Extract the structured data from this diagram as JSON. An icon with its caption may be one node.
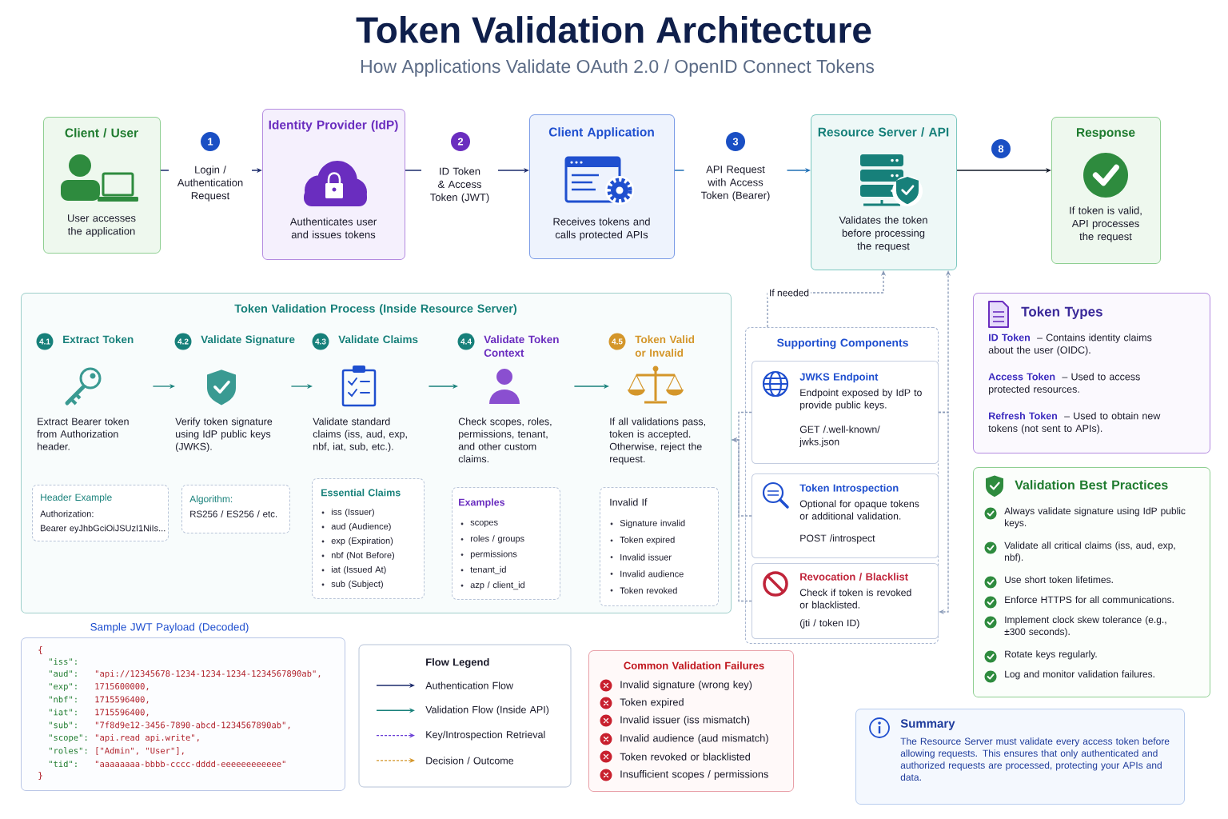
{
  "diagram": {
    "title": "Token Validation Architecture",
    "nodes": [
      {
        "text": [
          "Client / User",
          "User accesses the application"
        ]
      },
      {
        "text": [
          "Identity Provider (IdP)",
          "Authenticates user and issues tokens"
        ]
      },
      {
        "text": [
          "Client Application",
          "Receives tokens and calls protected APIs"
        ]
      },
      {
        "text": [
          "Resource Server / API",
          "Validates the token before processing the request"
        ]
      },
      {
        "text": [
          "Response",
          "If token is valid, API processes the request"
        ]
      },
      {
        "text": [
          "Token Validation Process (Inside Resource Server)"
        ]
      },
      {
        "text": [
          "4.1",
          "Extract Token",
          "Extract Bearer token from Authorization header."
        ],
        "in": 5
      },
      {
        "text": [
          "4.2",
          "Validate Signature",
          "Verify token signature using IdP public keys (JWKS)."
        ],
        "in": 5
      },
      {
        "text": [
          "4.3",
          "Validate Claims",
          "Validate standard claims (iss, aud, exp, nbf, iat, sub, etc.)."
        ],
        "in": 5
      },
      {
        "text": [
          "4.4",
          "Validate Token Context",
          "Check scopes, roles, permissions, tenant, and other custom claims."
        ],
        "in": 5
      },
      {
        "text": [
          "4.5",
          "Token Valid or Invalid",
          "If all validations pass, token is accepted. Otherwise, reject the request."
        ],
        "in": 5
      },
      {
        "text": [
          "Header Example",
          "Authorization:",
          "Bearer eyJhbGciOiJSUzI1NiIs..."
        ],
        "in": 5
      },
      {
        "text": [
          "Algorithm:",
          "RS256 / ES256 / etc."
        ],
        "in": 5
      },
      {
        "text": [
          "Essential Claims",
          "iss (Issuer)",
          "aud (Audience)",
          "exp (Expiration)",
          "nbf (Not Before)",
          "iat (Issued At)",
          "sub (Subject)"
        ],
        "in": 5
      },
      {
        "text": [
          "Examples",
          "scopes",
          "roles / groups",
          "permissions",
          "tenant_id",
          "azp / client_id"
        ],
        "in": 5
      },
      {
        "text": [
          "Invalid If",
          "Signature invalid",
          "Token expired",
          "Invalid issuer",
          "Invalid audience",
          "Token revoked"
        ],
        "in": 5
      },
      {
        "text": [
          "Supporting Components"
        ]
      },
      {
        "text": [
          "JWKS Endpoint",
          "Endpoint exposed by IdP to provide public keys.",
          "GET /.well-known/ jwks.json"
        ],
        "in": 16
      },
      {
        "text": [
          "Token Introspection",
          "Optional for opaque tokens or additional validation.",
          "POST /introspect"
        ],
        "in": 16
      },
      {
        "text": [
          "Revocation / Blacklist",
          "Check if token is revoked or blacklisted.",
          "(jti / token ID)"
        ],
        "in": 16
      },
      {
        "text": [
          "Token Types",
          "ID Token",
          "– Contains identity claims about the user (OIDC).",
          "Access Token",
          "– Used to access protected resources.",
          "Refresh Token",
          "– Used to obtain new tokens (not sent to APIs)."
        ]
      },
      {
        "text": [
          "Validation Best Practices",
          "Always validate signature using IdP public keys.",
          "Validate all critical claims (iss, aud, exp, nbf).",
          "Use short token lifetimes.",
          "Enforce HTTPS for all communications.",
          "Implement clock skew tolerance (e.g., ±300 seconds).",
          "Rotate keys regularly.",
          "Log and monitor validation failures."
        ]
      },
      {
        "text": [
          "Sample JWT Payload (Decoded)",
          "{",
          "\"iss\":",
          "\"aud\":",
          "\"api://12345678-1234-1234-1234-1234567890ab\",",
          "\"exp\":",
          "1715600000,",
          "\"nbf\":",
          "1715596400,",
          "\"iat\":",
          "1715596400,",
          "\"sub\":",
          "\"7f8d9e12-3456-7890-abcd-1234567890ab\",",
          "\"scope\":",
          "\"api.read api.write\",",
          "\"roles\":",
          "[\"Admin\", \"User\"],",
          "\"tid\":",
          "\"aaaaaaaa-bbbb-cccc-dddd-eeeeeeeeeeee\"",
          "}"
        ]
      },
      {
        "text": [
          "Common Validation Failures",
          "Invalid signature (wrong key)",
          "Token expired",
          "Invalid issuer (iss mismatch)",
          "Invalid audience (aud mismatch)",
          "Token revoked or blacklisted",
          "Insufficient scopes / permissions"
        ]
      },
      {
        "text": [
          "Summary",
          "The Resource Server must validate every access token before allowing requests. This ensures that only authenticated and authorized requests are processed, protecting your APIs and data."
        ]
      }
    ],
    "edges": [
      {
        "from": 0,
        "to": 1,
        "arrow": "to",
        "label": "Login / Authentication Request",
        "color": "#1b2a6b"
      },
      {
        "from": 1,
        "to": 2,
        "arrow": "to",
        "label": "ID Token & Access Token (JWT)",
        "color": "#1b2a6b"
      },
      {
        "from": 2,
        "to": 3,
        "arrow": "to",
        "label": "API Request with Access Token (Bearer)",
        "color": "#1f6fb5"
      },
      {
        "from": 3,
        "to": 4,
        "arrow": "to",
        "color": "#111827"
      },
      {
        "from": 6,
        "to": 7,
        "arrow": "to",
        "color": "#17807a"
      },
      {
        "from": 7,
        "to": 8,
        "arrow": "to",
        "color": "#17807a"
      },
      {
        "from": 8,
        "to": 9,
        "arrow": "to",
        "color": "#17807a"
      },
      {
        "from": 9,
        "to": 10,
        "arrow": "to",
        "color": "#17807a"
      },
      {
        "from": 16,
        "to": 3,
        "arrow": "to",
        "label": "If needed",
        "style": "dashed",
        "color": "#8a9bb8"
      },
      {
        "from": 17,
        "to": 3,
        "arrow": "to",
        "style": "dashed",
        "color": "#8a9bb8"
      },
      {
        "from": 17,
        "to": 19,
        "arrow": "to",
        "style": "dashed",
        "color": "#8a9bb8"
      },
      {
        "from": 17,
        "to": 5,
        "arrow": "to",
        "style": "dashed",
        "color": "#8a9bb8"
      },
      {
        "from": 18,
        "to": 5,
        "arrow": "to",
        "style": "dashed",
        "color": "#8a9bb8"
      },
      {
        "from": 19,
        "to": 5,
        "arrow": "to",
        "style": "dashed",
        "color": "#8a9bb8"
      }
    ],
    "labels": [
      "How Applications Validate OAuth 2.0 / OpenID Connect Tokens",
      "1",
      "2",
      "3",
      "8",
      "Flow Legend"
    ],
    "legend": [
      {
        "text": "Authentication Flow"
      },
      {
        "text": "Validation Flow (Inside API)"
      },
      {
        "text": "Key/Introspection Retrieval"
      },
      {
        "text": "Decision / Outcome"
      }
    ]
  }
}
